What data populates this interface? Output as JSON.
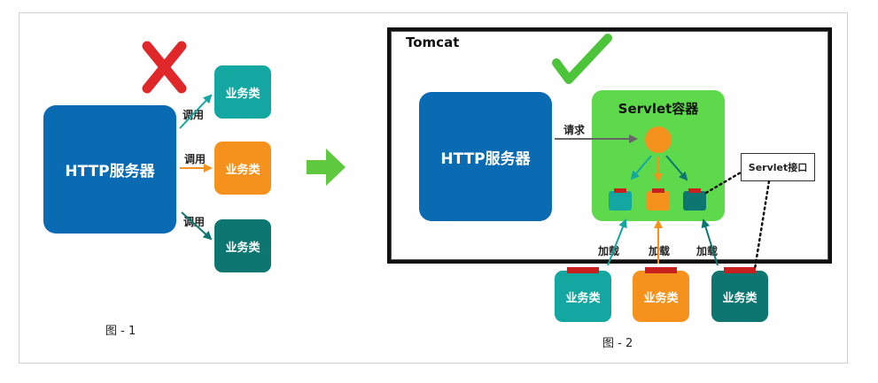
{
  "colors": {
    "http_blue": "#0a6bb3",
    "teal": "#14a6a0",
    "orange": "#f5921e",
    "dark_teal": "#0d7670",
    "container_green": "#5fd94c",
    "arrow_green": "#5ec93f",
    "cross_red": "#e0282a",
    "red_cap": "#c8201f"
  },
  "icons": {
    "cross": "cross-mark-icon",
    "check": "check-mark-icon",
    "next": "right-arrow-icon"
  },
  "fig1": {
    "http_server": "HTTP服务器",
    "call_labels": [
      "调用",
      "调用",
      "调用"
    ],
    "biz_boxes": [
      "业务类",
      "业务类",
      "业务类"
    ],
    "caption": "图 - 1"
  },
  "fig2": {
    "tomcat_title": "Tomcat",
    "http_server": "HTTP服务器",
    "request_label": "请求",
    "container_title": "Servlet容器",
    "interface_label": "Servlet接口",
    "load_labels": [
      "加载",
      "加载",
      "加载"
    ],
    "biz_boxes": [
      "业务类",
      "业务类",
      "业务类"
    ],
    "caption": "图 - 2"
  }
}
